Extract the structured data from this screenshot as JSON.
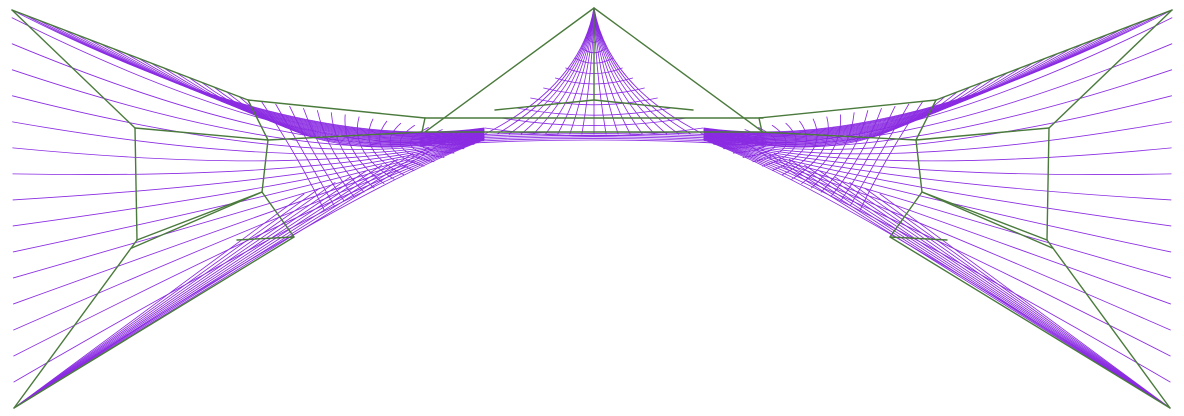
{
  "colors": {
    "background": "#ffffff",
    "frame": "#4a7a3c",
    "membrane": "#8a2be2"
  },
  "diagram": {
    "kind": "tensile-membrane-structure",
    "panels": [
      "left-wing",
      "center-peak",
      "right-wing"
    ],
    "grid_style": "cable-net"
  }
}
